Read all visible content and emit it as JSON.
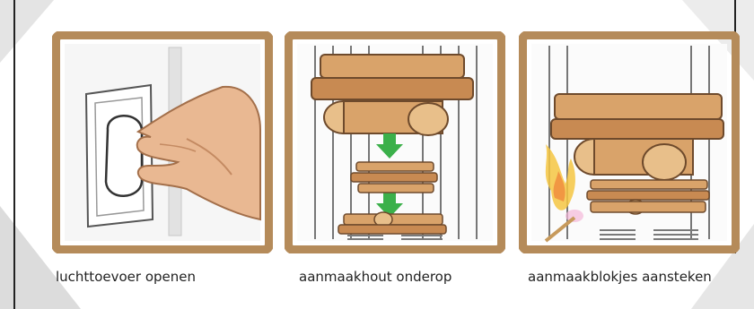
{
  "steps": [
    {
      "caption": "luchttoevoer openen"
    },
    {
      "caption": "aanmaakhout onderop"
    },
    {
      "caption": "aanmaakblokjes aansteken"
    }
  ],
  "colors": {
    "frame": "#b58b5a",
    "frame_dark": "#8a6238",
    "wood": "#d9a36a",
    "wood_dark": "#8d5a2e",
    "bark": "#6e4a2c",
    "arrow": "#3bb04a",
    "grate": "#7a7a7a",
    "skin": "#e9b892",
    "flame": "#f5c542"
  }
}
